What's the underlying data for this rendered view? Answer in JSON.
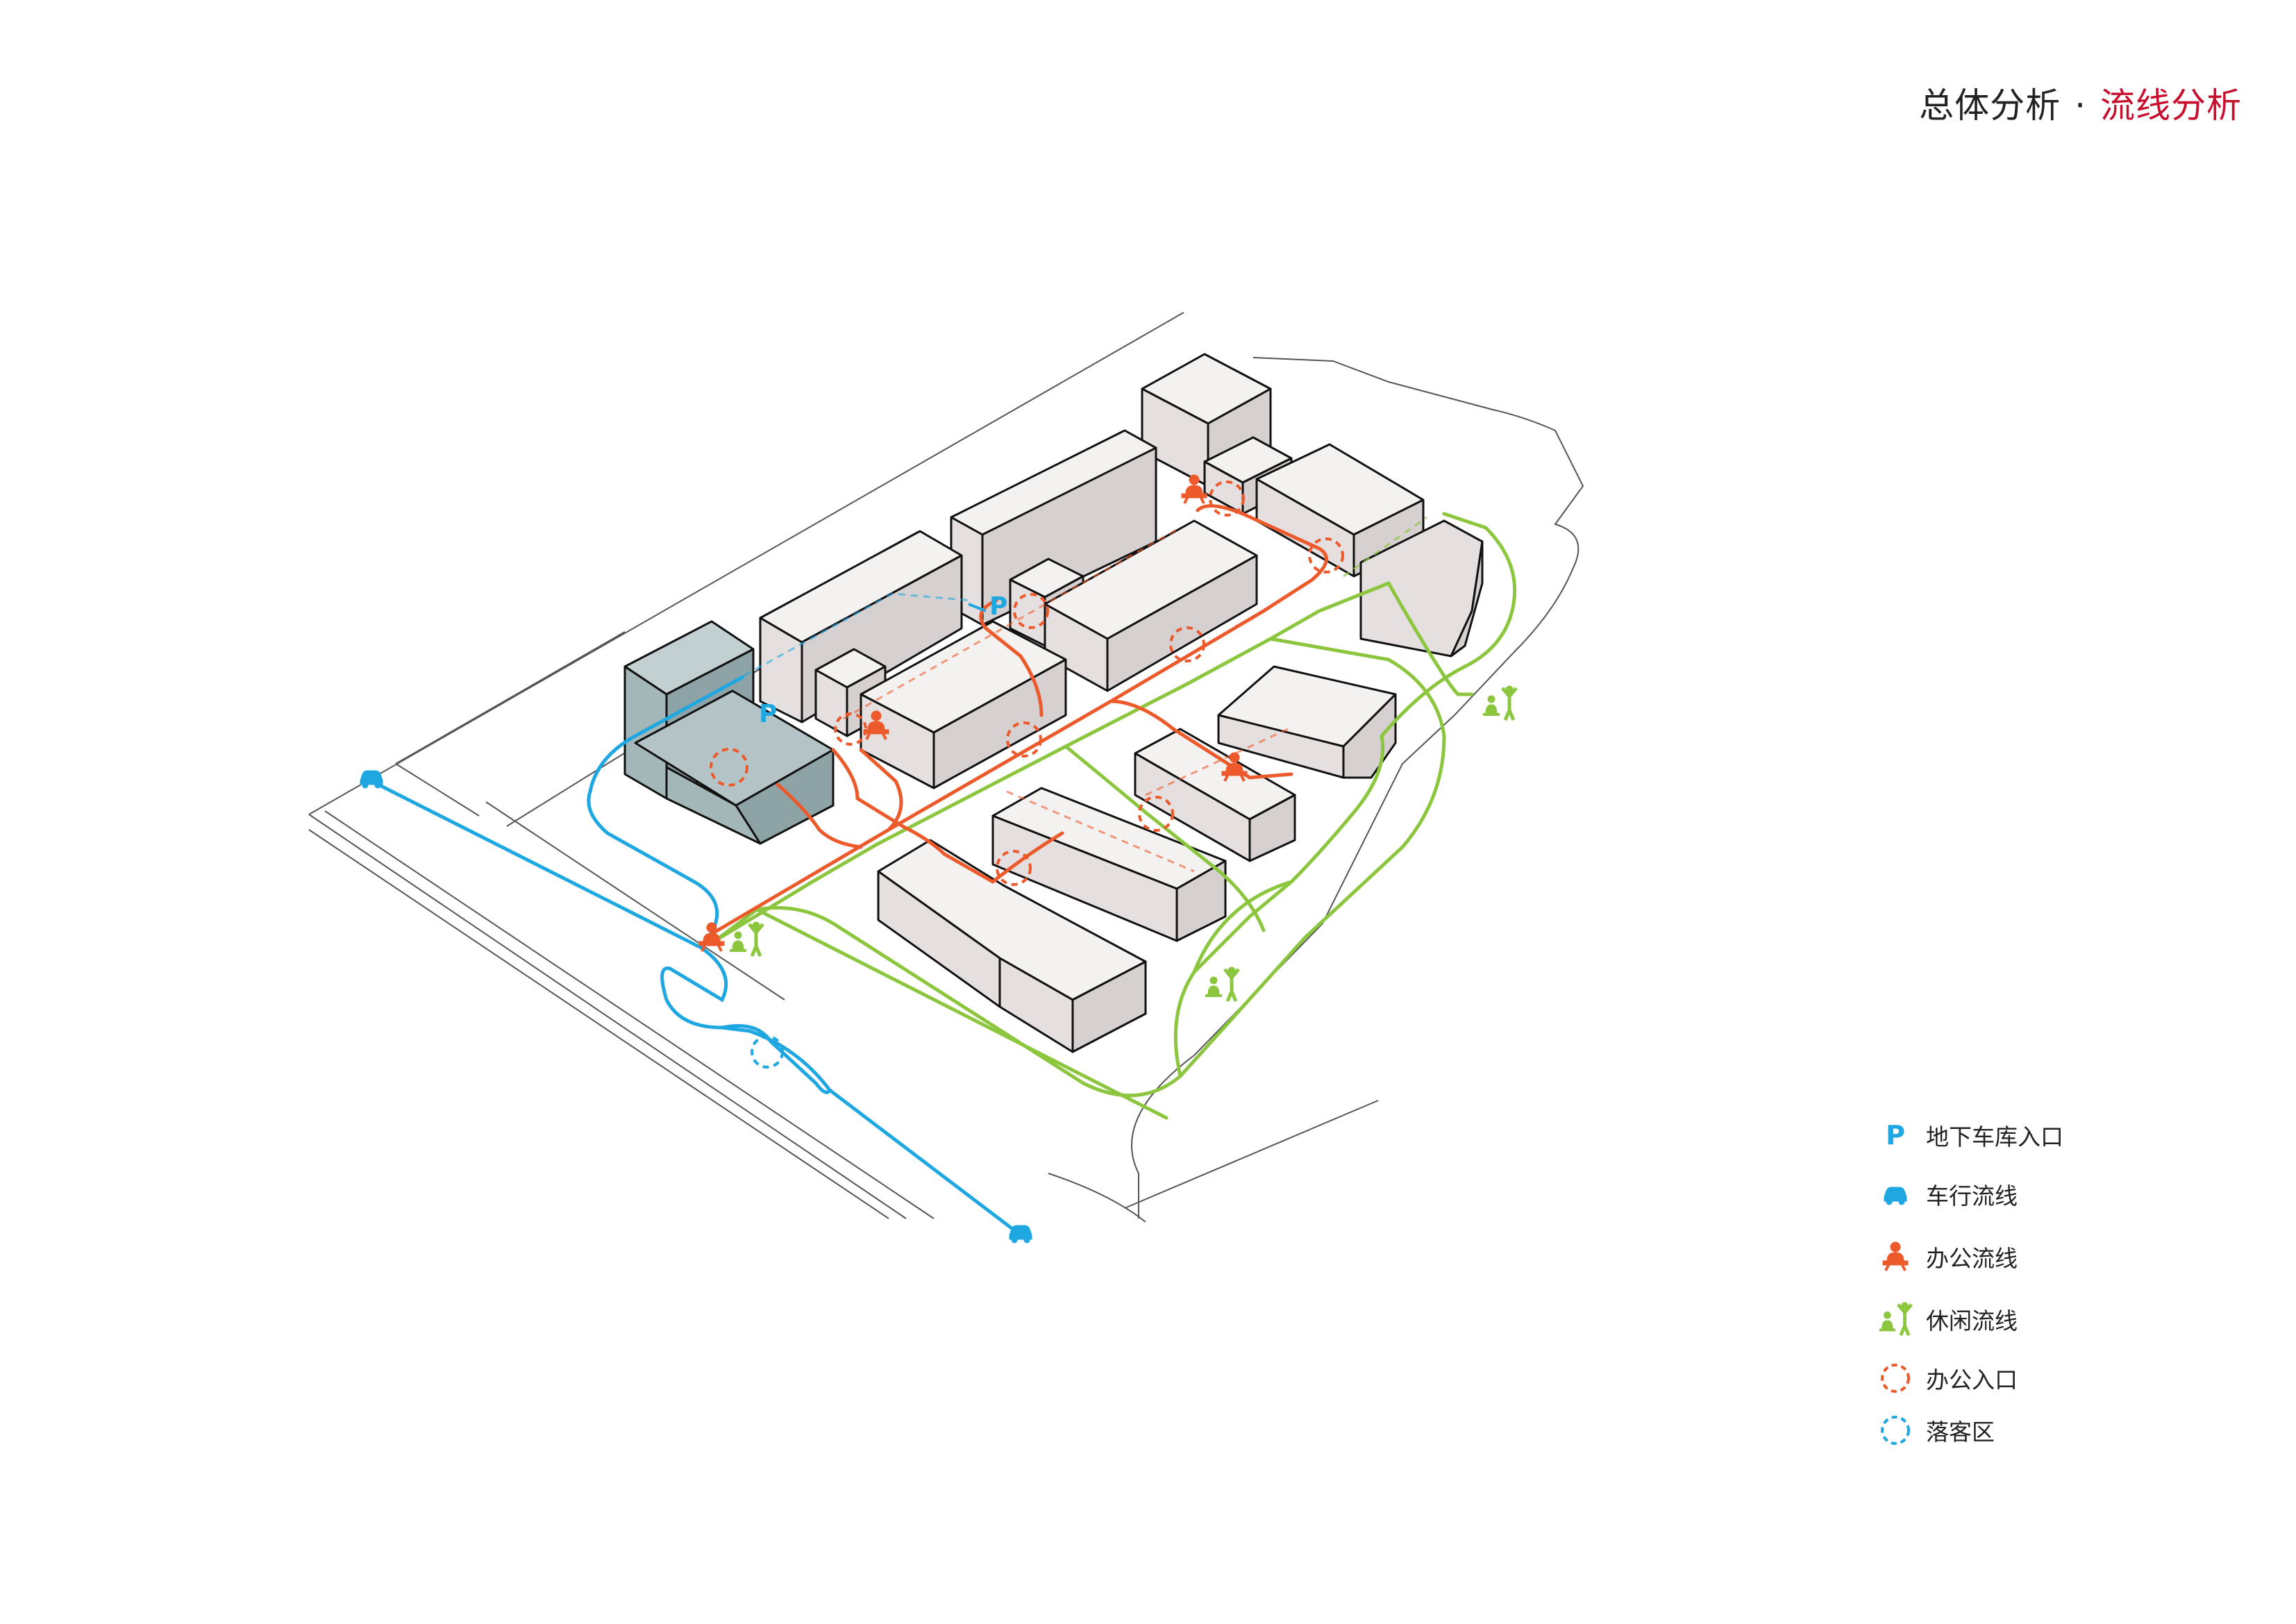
{
  "title": {
    "main": "总体分析",
    "separator": "·",
    "sub": "流线分析"
  },
  "colors": {
    "vehicle": "#1ea7e1",
    "office": "#ec5a2c",
    "leisure": "#8cc63f",
    "building_face": "#e5e0df",
    "building_accent": "#a3b7b9",
    "outline": "#111111",
    "site_line": "#555555",
    "title_accent": "#c8102e"
  },
  "legend": [
    {
      "icon": "parking-icon",
      "label": "地下车库入口"
    },
    {
      "icon": "car-icon",
      "label": "车行流线"
    },
    {
      "icon": "office-worker-icon",
      "label": "办公流线"
    },
    {
      "icon": "leisure-people-icon",
      "label": "休闲流线"
    },
    {
      "icon": "office-entrance-circle-icon",
      "label": "办公入口"
    },
    {
      "icon": "drop-off-circle-icon",
      "label": "落客区"
    }
  ],
  "map_labels": {
    "parking_mark": "P"
  }
}
